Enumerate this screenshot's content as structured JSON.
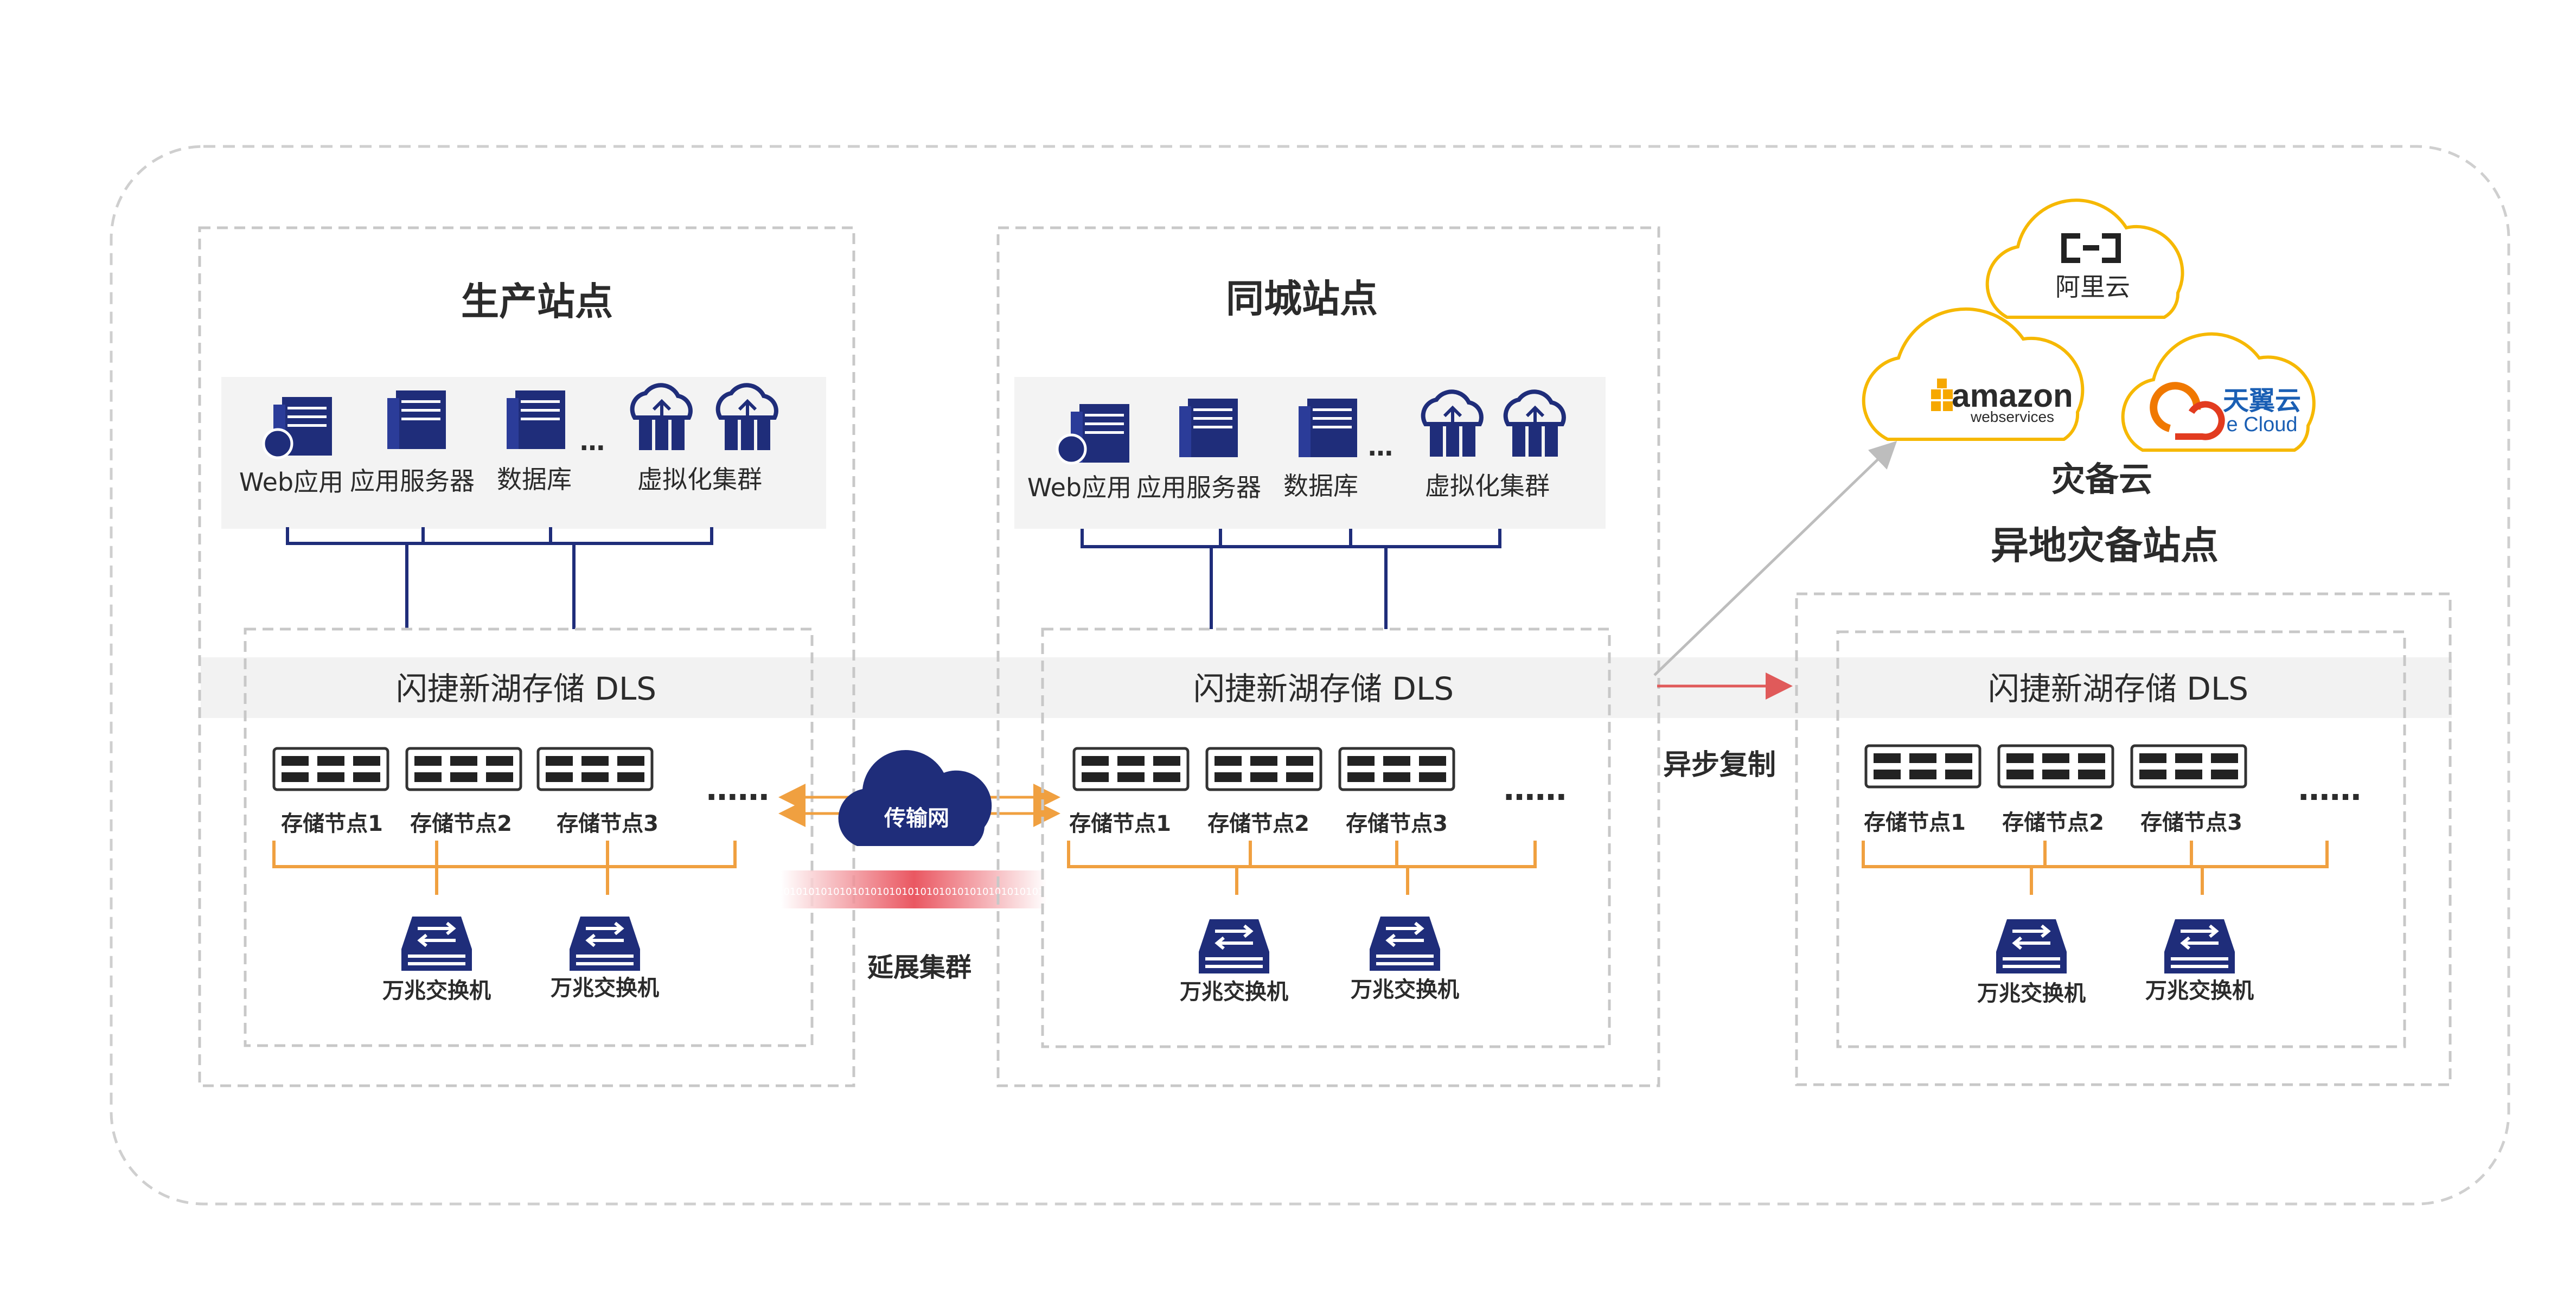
{
  "colors": {
    "navy": "#1f2d7a",
    "orange": "#f0a040",
    "gold": "#f6b800",
    "gray_border": "#c8c8c8",
    "red_arrow": "#e05a5a"
  },
  "sites": {
    "production": {
      "title": "生产站点",
      "apps": [
        "Web应用",
        "应用服务器",
        "数据库",
        "虚拟化集群"
      ],
      "ellipsis": "…",
      "storage_title": "闪捷新湖存储 DLS",
      "nodes": [
        "存储节点1",
        "存储节点2",
        "存储节点3"
      ],
      "more": "……",
      "switches": [
        "万兆交换机",
        "万兆交换机"
      ]
    },
    "same_city": {
      "title": "同城站点",
      "apps": [
        "Web应用",
        "应用服务器",
        "数据库",
        "虚拟化集群"
      ],
      "ellipsis": "…",
      "storage_title": "闪捷新湖存储 DLS",
      "nodes": [
        "存储节点1",
        "存储节点2",
        "存储节点3"
      ],
      "more": "……",
      "switches": [
        "万兆交换机",
        "万兆交换机"
      ]
    },
    "remote": {
      "title": "异地灾备站点",
      "storage_title": "闪捷新湖存储 DLS",
      "nodes": [
        "存储节点1",
        "存储节点2",
        "存储节点3"
      ],
      "more": "……",
      "switches": [
        "万兆交换机",
        "万兆交换机"
      ]
    }
  },
  "transport": {
    "cloud_label": "传输网",
    "binary": "101010101010101010101010101010101010101010101010",
    "cluster_label": "延展集群"
  },
  "replication": {
    "label": "异步复制"
  },
  "dr_cloud": {
    "label": "灾备云",
    "aliyun": "阿里云",
    "amazon": "amazon",
    "amazon_sub": "webservices",
    "tianyi": "天翼云",
    "tianyi_sub": "e Cloud"
  }
}
